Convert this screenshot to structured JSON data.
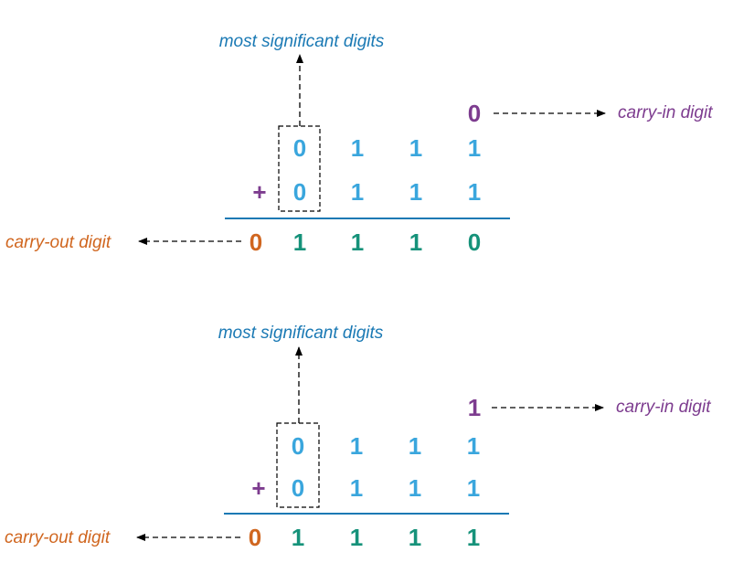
{
  "colors": {
    "operand": "#3aa6dd",
    "sum": "#16927a",
    "carry_in": "#7d3c8f",
    "carry_out": "#d0661f",
    "msd_label": "#1a79b4",
    "rule": "#1a79b4",
    "arrow": "#000000"
  },
  "examples": [
    {
      "msd_label": "most significant digits",
      "carry_in_label": "carry-in digit",
      "carry_out_label": "carry-out digit",
      "carry_in": "0",
      "plus": "+",
      "row1": [
        "0",
        "1",
        "1",
        "1"
      ],
      "row2": [
        "0",
        "1",
        "1",
        "1"
      ],
      "carry_out": "0",
      "result": [
        "1",
        "1",
        "1",
        "0"
      ]
    },
    {
      "msd_label": "most significant digits",
      "carry_in_label": "carry-in digit",
      "carry_out_label": "carry-out digit",
      "carry_in": "1",
      "plus": "+",
      "row1": [
        "0",
        "1",
        "1",
        "1"
      ],
      "row2": [
        "0",
        "1",
        "1",
        "1"
      ],
      "carry_out": "0",
      "result": [
        "1",
        "1",
        "1",
        "1"
      ]
    }
  ]
}
